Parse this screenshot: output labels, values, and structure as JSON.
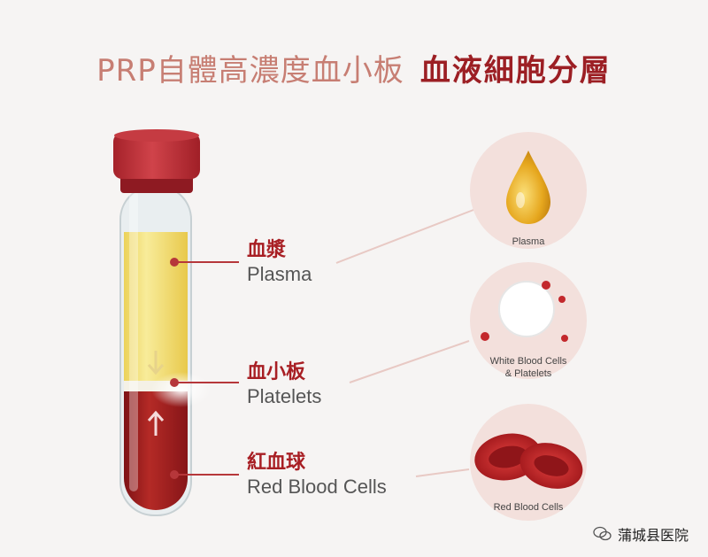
{
  "title": {
    "part1": "PRP自體高濃度血小板",
    "part2": "血液細胞分層"
  },
  "layers": [
    {
      "zh": "血漿",
      "en": "Plasma"
    },
    {
      "zh": "血小板",
      "en": "Platelets"
    },
    {
      "zh": "紅血球",
      "en": "Red Blood Cells"
    }
  ],
  "circles": {
    "plasma": "Plasma",
    "platelets_line1": "White Blood Cells",
    "platelets_line2": "& Platelets",
    "rbc": "Red Blood Cells"
  },
  "footer": {
    "source": "蒲城县医院"
  },
  "colors": {
    "title_light": "#c77e73",
    "title_dark": "#9c1f24",
    "label_red": "#a81f24",
    "plasma": "#f3dc6a",
    "blood": "#a81e22"
  }
}
